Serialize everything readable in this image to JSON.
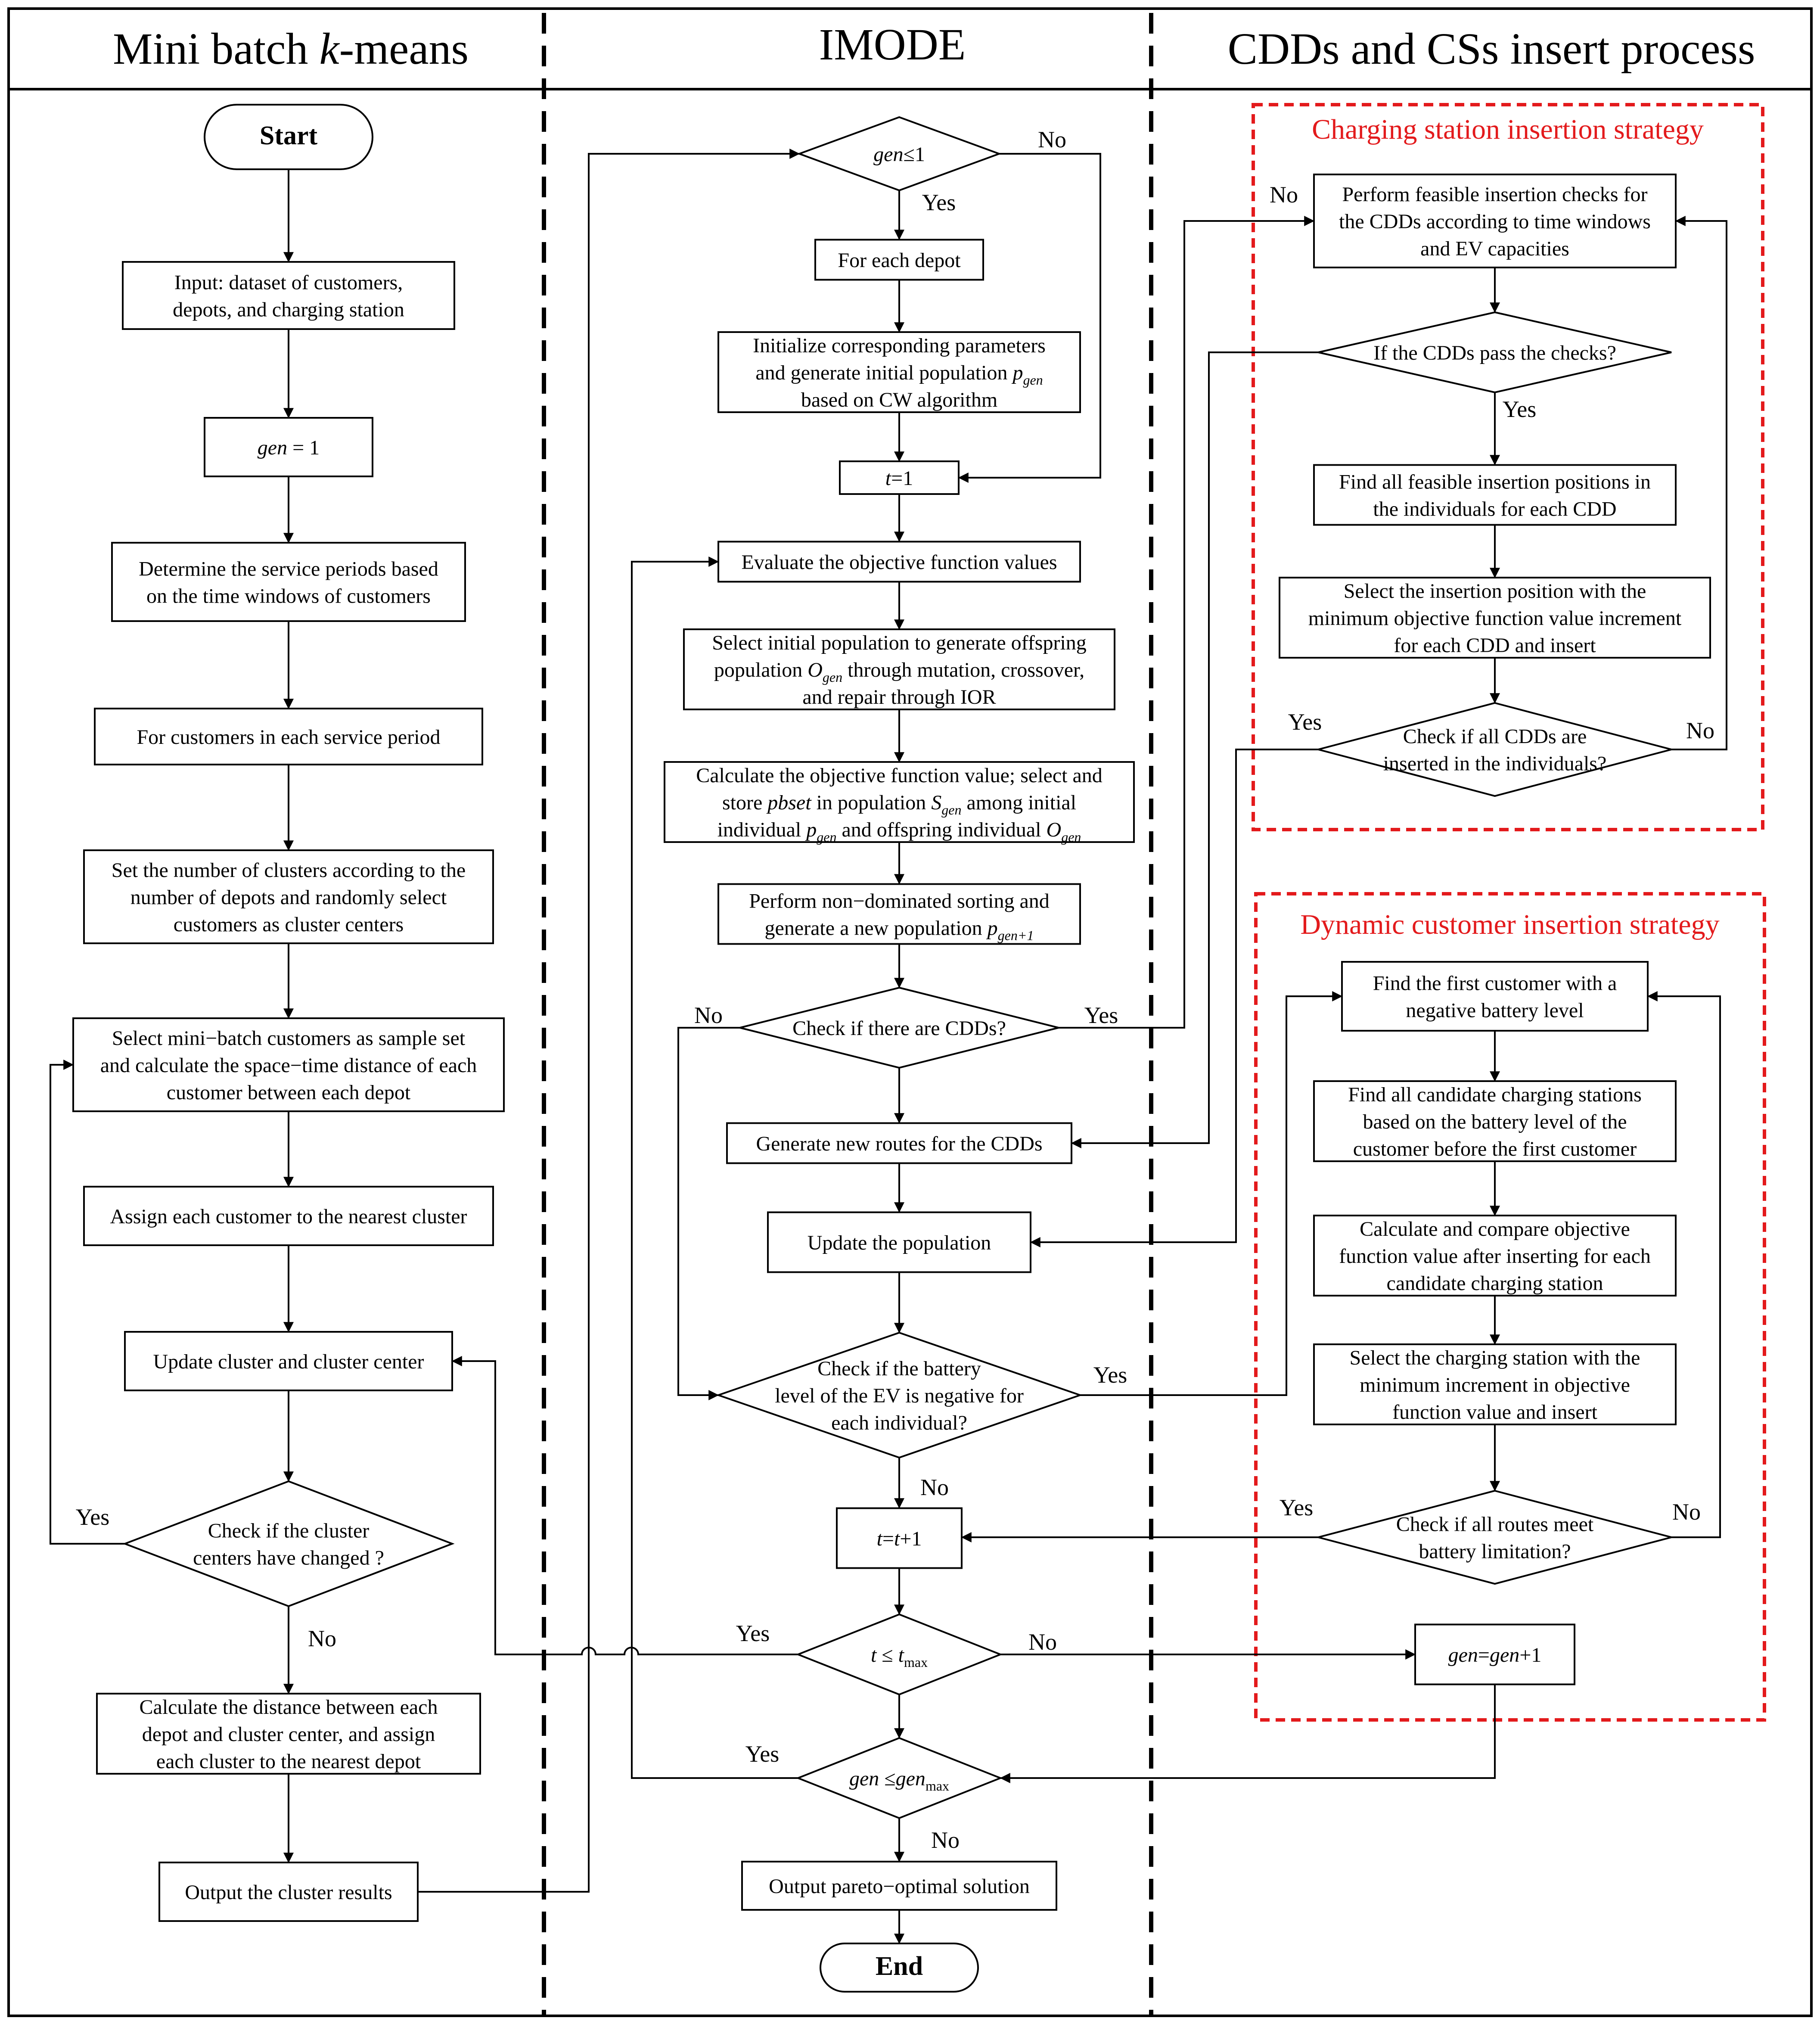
{
  "headers": {
    "col1": [
      "Mini batch ",
      "k",
      "-means"
    ],
    "col2": "IMODE",
    "col3": "CDDs and CSs insert process"
  },
  "groups": {
    "charging": "Charging station insertion strategy",
    "dynamic": "Dynamic customer insertion strategy"
  },
  "colors": {
    "line": "#000000",
    "group_border": "#e31a1c",
    "group_title": "#e31a1c",
    "background": "#ffffff"
  },
  "nodes": {
    "start": [
      "Start"
    ],
    "input": [
      "Input: dataset of customers,",
      "depots, and charging station"
    ],
    "gen1": [
      "gen = 1"
    ],
    "periods": [
      "Determine the service periods based",
      "on the time windows of customers"
    ],
    "foreach_period": [
      "For customers in each service period"
    ],
    "set_clusters": [
      "Set the number of clusters according to the",
      "number of depots and randomly select",
      "customers as cluster centers"
    ],
    "minibatch": [
      "Select mini−batch customers as sample set",
      "and calculate the space−time distance of each",
      "customer between each depot"
    ],
    "assign": [
      "Assign each customer to the nearest cluster"
    ],
    "update_cluster": [
      "Update cluster and cluster center"
    ],
    "check_centers": [
      "Check if the cluster",
      "centers have changed ?"
    ],
    "calc_dist": [
      "Calculate the distance between each",
      "depot and cluster center, and assign",
      "each cluster to the nearest depot"
    ],
    "output_clusters": [
      "Output the cluster results"
    ],
    "gen_le1": [
      "gen≤1"
    ],
    "foreach_depot": [
      "For each depot"
    ],
    "init_params": [
      "Initialize corresponding parameters",
      "and generate initial population pgen",
      "based on CW algorithm"
    ],
    "t1": [
      "t=1"
    ],
    "evaluate": [
      "Evaluate the objective function values"
    ],
    "select_init": [
      "Select initial population to generate offspring",
      "population Ogen through mutation, crossover,",
      "and repair through IOR"
    ],
    "calc_obj": [
      "Calculate the objective function value; select and",
      "store pbset in population Sgen among initial",
      "individual pgen and offspring individual Ogen"
    ],
    "nondom": [
      "Perform non−dominated sorting and",
      "generate a new population pgen+1"
    ],
    "check_cdds": [
      "Check if there are CDDs?"
    ],
    "gen_routes": [
      "Generate new routes for the CDDs"
    ],
    "update_pop": [
      "Update the population"
    ],
    "check_battery": [
      "Check if the battery",
      "level of the EV is negative for",
      "each individual?"
    ],
    "t_inc": [
      "t=t+1"
    ],
    "t_le_tmax": [
      "t ≤ tmax"
    ],
    "gen_le_genmax": [
      "gen ≤genmax"
    ],
    "output_pareto": [
      "Output pareto−optimal solution"
    ],
    "end": [
      "End"
    ],
    "feasible_checks": [
      "Perform feasible insertion checks for",
      "the CDDs according to time windows",
      "and EV capacities"
    ],
    "cdds_pass": [
      "If the CDDs pass the checks?"
    ],
    "find_positions": [
      "Find all feasible insertion positions in",
      "the individuals for each CDD"
    ],
    "select_position": [
      "Select the insertion position with the",
      "minimum objective function value increment",
      "for each CDD and insert"
    ],
    "all_inserted": [
      "Check if all CDDs are",
      "inserted in the individuals?"
    ],
    "first_customer": [
      "Find the first customer with a",
      "negative battery level"
    ],
    "find_stations": [
      "Find all candidate charging stations",
      "based on the battery level of the",
      "customer before the first customer"
    ],
    "compare_obj": [
      "Calculate and compare objective",
      "function value after inserting for each",
      "candidate charging station"
    ],
    "select_station": [
      "Select the charging station with the",
      "minimum increment in objective",
      "function value and insert"
    ],
    "routes_battery": [
      "Check if all routes meet",
      "battery limitation?"
    ],
    "gen_inc": [
      "gen=gen+1"
    ]
  },
  "edge_labels": {
    "gen_le1_no": "No",
    "gen_le1_yes": "Yes",
    "centers_yes": "Yes",
    "centers_no": "No",
    "cdds_no": "No",
    "cdds_yes": "Yes",
    "battery_yes": "Yes",
    "battery_no": "No",
    "tmax_yes": "Yes",
    "tmax_no": "No",
    "genmax_yes": "Yes",
    "genmax_no": "No",
    "pass_no": "No",
    "pass_yes": "Yes",
    "inserted_yes": "Yes",
    "inserted_no": "No",
    "routes_yes": "Yes",
    "routes_no": "No"
  }
}
